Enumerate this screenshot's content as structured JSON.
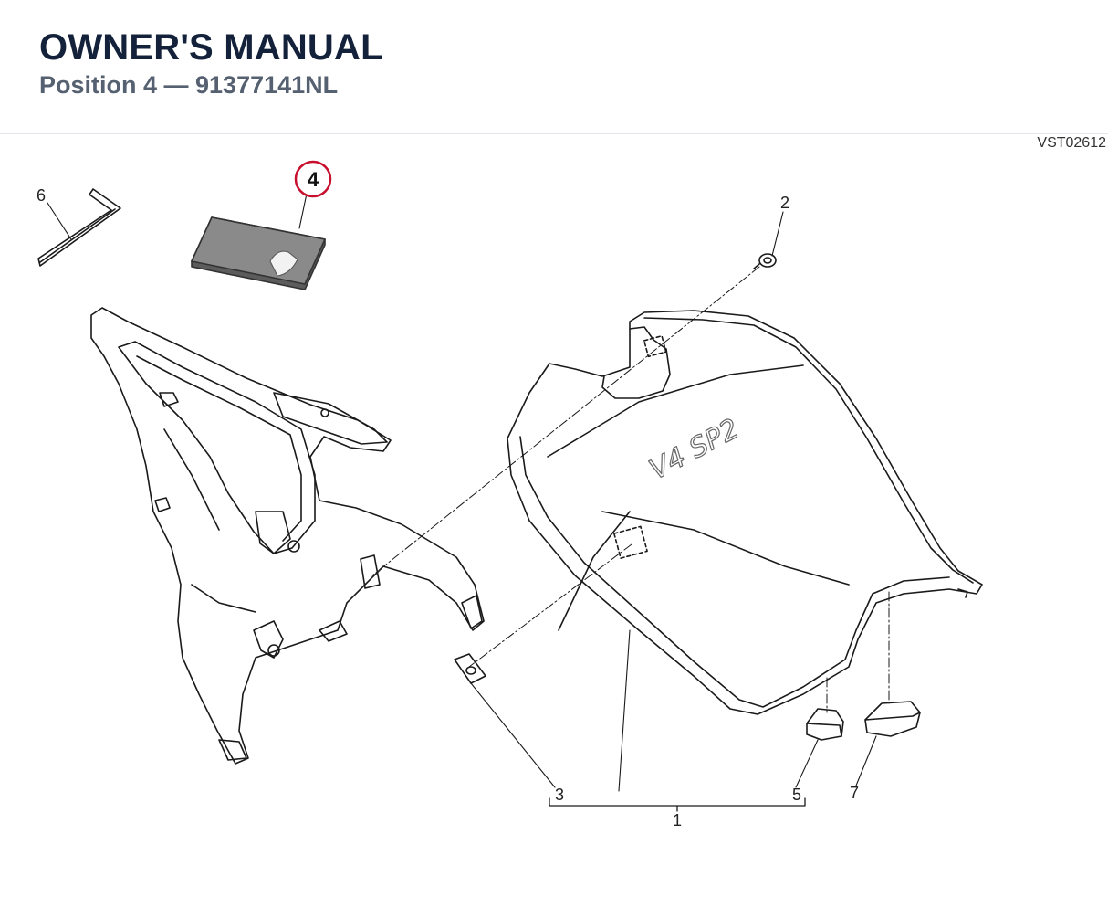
{
  "header": {
    "title": "OWNER'S MANUAL",
    "subtitle": "Position 4 — 91377141NL"
  },
  "diagram": {
    "reference_code": "VST02612",
    "highlight_color": "#c8102e",
    "labels": {
      "l1": "1",
      "l2": "2",
      "l3": "3",
      "l4": "4",
      "l5": "5",
      "l6": "6",
      "l7": "7"
    },
    "seat_logo_text": "V4 SP2"
  }
}
